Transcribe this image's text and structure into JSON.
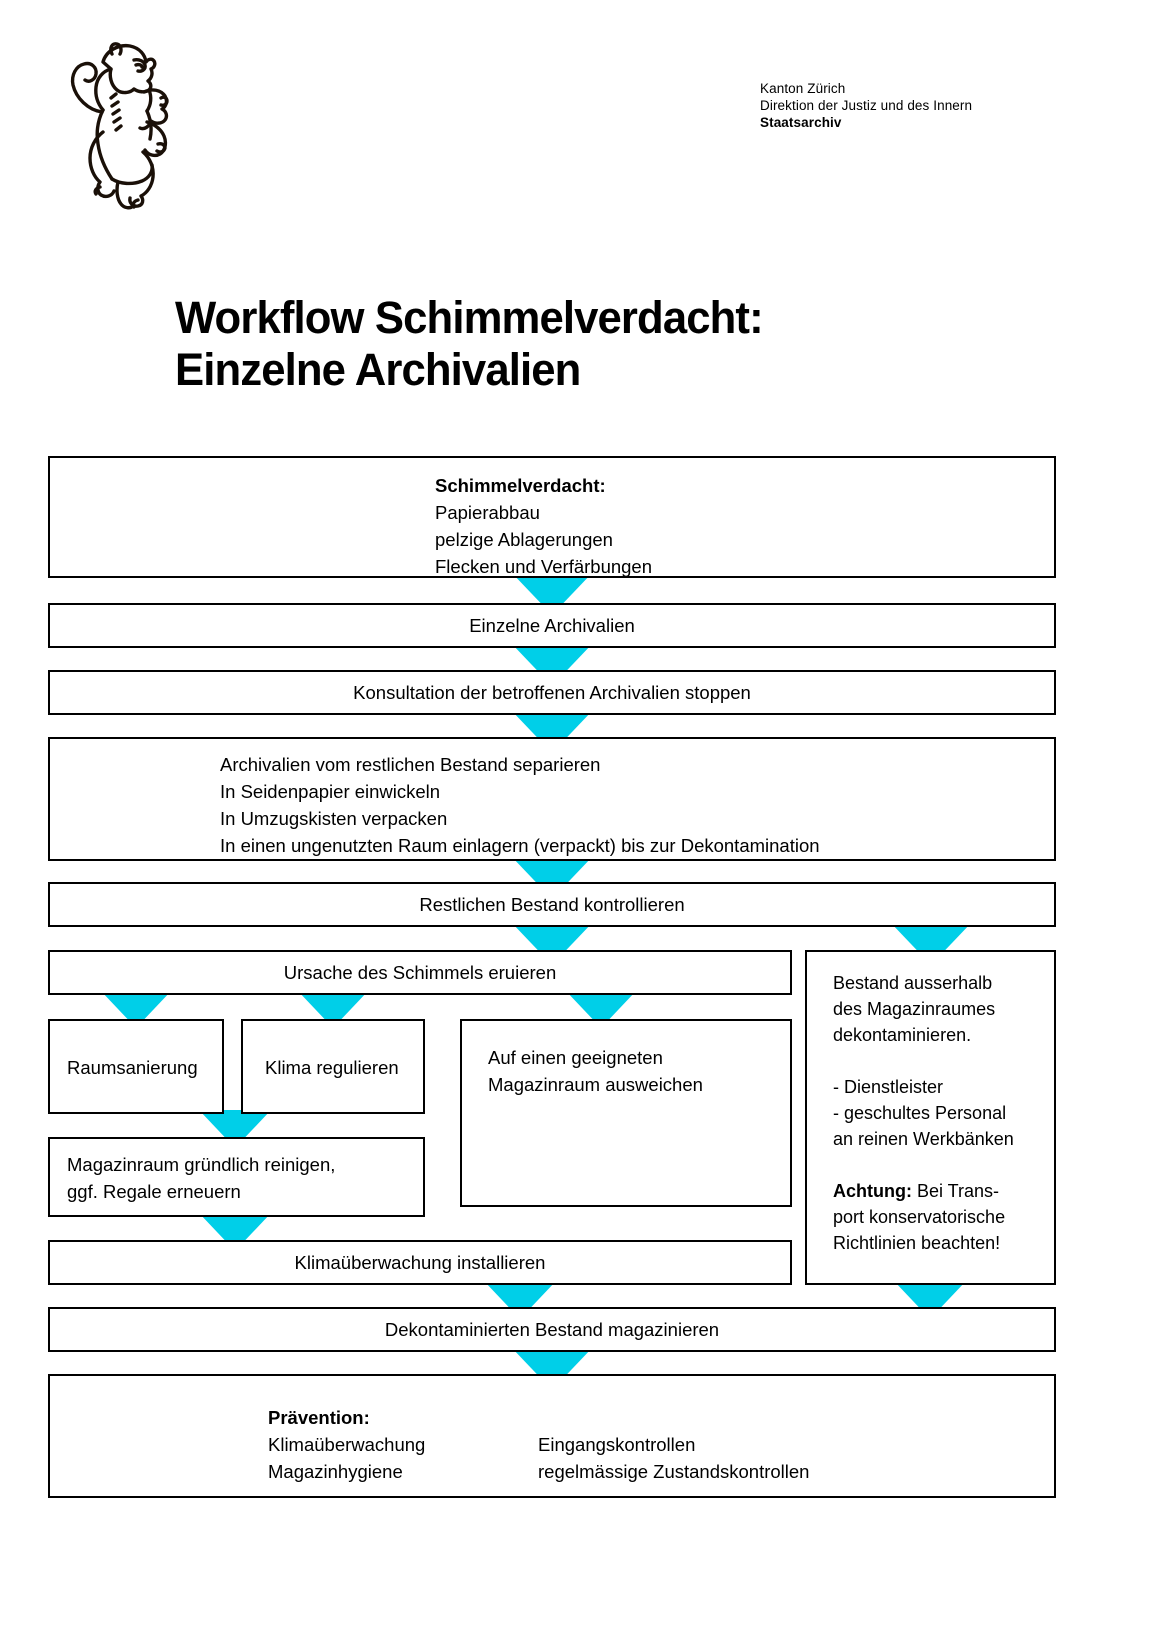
{
  "header": {
    "logo_icon": "zurich-lion-coat-of-arms",
    "org_line1": "Kanton Zürich",
    "org_line2": "Direktion der Justiz und des Innern",
    "org_line3": "Staatsarchiv"
  },
  "title": {
    "line1": "Workflow Schimmelverdacht:",
    "line2": "Einzelne Archivalien"
  },
  "colors": {
    "arrow": "#00CFE8",
    "border": "#000000",
    "background": "#FFFFFF",
    "text": "#000000"
  },
  "flow": {
    "suspicion": {
      "heading": "Schimmelverdacht:",
      "item1": "Papierabbau",
      "item2": "pelzige Ablagerungen",
      "item3": "Flecken und Verfärbungen"
    },
    "single_items": "Einzelne Archivalien",
    "stop_consultation": "Konsultation der betroffenen Archivalien stoppen",
    "separate": {
      "line1": "Archivalien vom restlichen Bestand separieren",
      "line2": "In Seidenpapier einwickeln",
      "line3": "In Umzugskisten verpacken",
      "line4": "In einen ungenutzten Raum einlagern (verpackt) bis zur Dekontamination"
    },
    "check_rest": "Restlichen Bestand kontrollieren",
    "find_cause": "Ursache des Schimmels eruieren",
    "branch_room_renovation": "Raumsanierung",
    "branch_climate_regulate": "Klima regulieren",
    "branch_alternative_room": {
      "line1": "Auf einen geeigneten",
      "line2": "Magazinraum ausweichen"
    },
    "clean_room": {
      "line1": "Magazinraum gründlich reinigen,",
      "line2": "ggf. Regale erneuern"
    },
    "install_monitoring": "Klimaüberwachung installieren",
    "decontaminate": {
      "line1": "Bestand ausserhalb",
      "line2": "des Magazinraumes",
      "line3": "dekontaminieren.",
      "bullet1": "- Dienstleister",
      "bullet2": "- geschultes Personal",
      "bullet3": "an reinen Werkbänken",
      "note_label": "Achtung:",
      "note_text1": " Bei Trans-",
      "note_text2": "port konservatorische",
      "note_text3": "Richtlinien beachten!"
    },
    "store_decontaminated": "Dekontaminierten Bestand magazinieren",
    "prevention": {
      "heading": "Prävention:",
      "col1_item1": "Klimaüberwachung",
      "col1_item2": "Magazinhygiene",
      "col2_item1": "Eingangskontrollen",
      "col2_item2": "regelmässige Zustandskontrollen"
    }
  }
}
